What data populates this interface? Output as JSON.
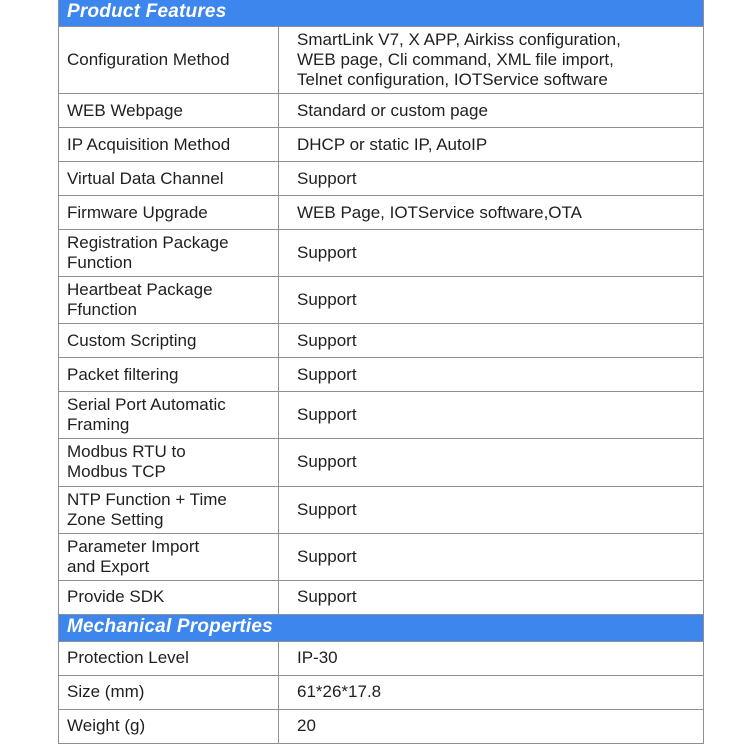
{
  "colors": {
    "header_bg": "#3C86EE",
    "header_text": "#FFFFFF",
    "border": "#8F8F8F",
    "text": "#1F1F1F",
    "background": "#FFFFFF"
  },
  "sections": [
    {
      "title": "Product Features",
      "rows": [
        {
          "label": "Configuration Method",
          "value": "SmartLink V7, X APP, Airkiss configuration,\nWEB page, Cli command, XML file import,\nTelnet configuration, IOTService software"
        },
        {
          "label": "WEB Webpage",
          "value": "Standard or custom page"
        },
        {
          "label": "IP Acquisition Method",
          "value": "DHCP or static IP, AutoIP"
        },
        {
          "label": "Virtual Data Channel",
          "value": "Support"
        },
        {
          "label": "Firmware Upgrade",
          "value": "WEB Page, IOTService software,OTA"
        },
        {
          "label": "Registration Package\nFunction",
          "value": "Support"
        },
        {
          "label": "Heartbeat Package\nFfunction",
          "value": "Support"
        },
        {
          "label": "Custom Scripting",
          "value": "Support"
        },
        {
          "label": "Packet filtering",
          "value": "Support"
        },
        {
          "label": "Serial Port Automatic\nFraming",
          "value": "Support"
        },
        {
          "label": "Modbus RTU to\nModbus TCP",
          "value": "Support"
        },
        {
          "label": "NTP Function + Time\nZone Setting",
          "value": "Support"
        },
        {
          "label": "Parameter Import\nand Export",
          "value": "Support"
        },
        {
          "label": "Provide SDK",
          "value": "Support"
        }
      ]
    },
    {
      "title": "Mechanical Properties",
      "rows": [
        {
          "label": "Protection Level",
          "value": "IP-30"
        },
        {
          "label": "Size (mm)",
          "value": "61*26*17.8"
        },
        {
          "label": "Weight (g)",
          "value": "20"
        }
      ]
    }
  ]
}
